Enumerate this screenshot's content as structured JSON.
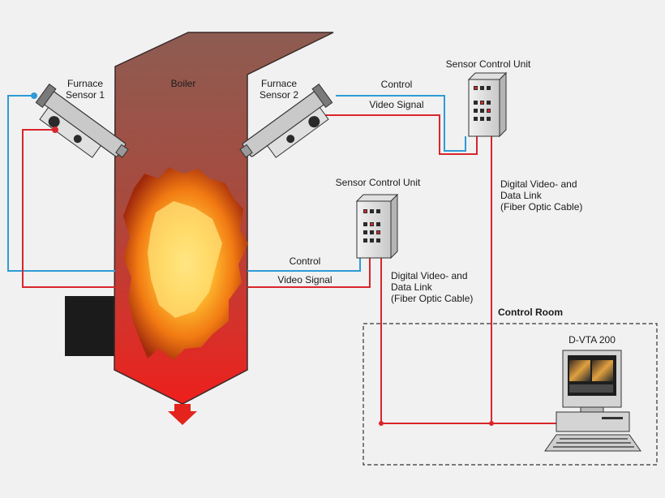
{
  "labels": {
    "boiler": "Boiler",
    "furnace_sensor_1": [
      "Furnace",
      "Sensor 1"
    ],
    "furnace_sensor_2": [
      "Furnace",
      "Sensor 2"
    ],
    "sensor_control_unit_top": "Sensor Control Unit",
    "sensor_control_unit_mid": "Sensor Control Unit",
    "control_top": "Control",
    "video_signal_top": "Video Signal",
    "control_bottom": "Control",
    "video_signal_bottom": "Video Signal",
    "link_right": [
      "Digital Video- and",
      "Data Link",
      "(Fiber Optic Cable)"
    ],
    "link_mid": [
      "Digital Video- and",
      "Data Link",
      "(Fiber Optic Cable)"
    ],
    "control_room": "Control Room",
    "dvta": "D-VTA 200"
  },
  "colors": {
    "control_line": "#2e9bd6",
    "video_line": "#d9262b",
    "boiler_top": "#8a5a52",
    "boiler_bottom": "#e8251d",
    "background": "#f1f1f1"
  }
}
